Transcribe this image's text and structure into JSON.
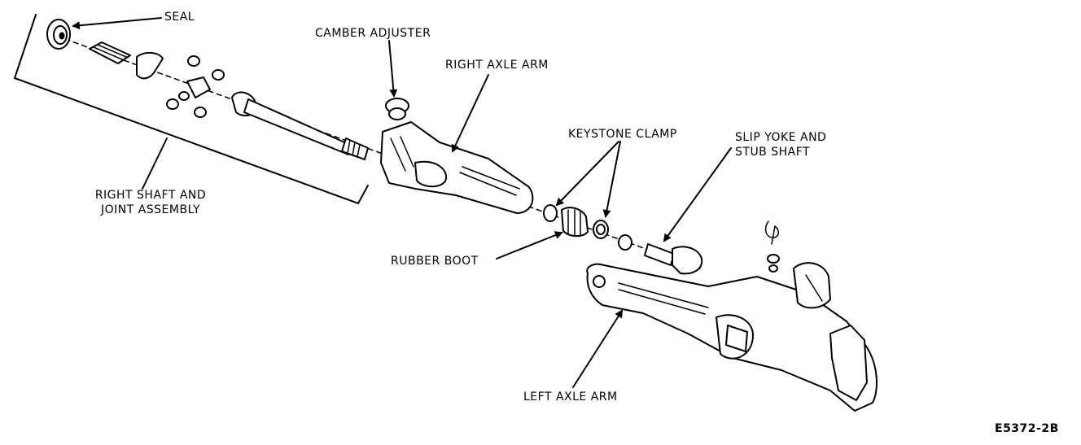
{
  "labels": {
    "seal": "SEAL",
    "camber_adjuster": "CAMBER ADJUSTER",
    "right_axle_arm": "RIGHT AXLE ARM",
    "keystone_clamp": "KEYSTONE CLAMP",
    "slip_yoke_1": "SLIP YOKE AND",
    "slip_yoke_2": "STUB SHAFT",
    "right_shaft_1": "RIGHT SHAFT AND",
    "right_shaft_2": "JOINT ASSEMBLY",
    "rubber_boot": "RUBBER BOOT",
    "left_axle_arm": "LEFT AXLE ARM",
    "figure_code": "E5372-2B"
  }
}
